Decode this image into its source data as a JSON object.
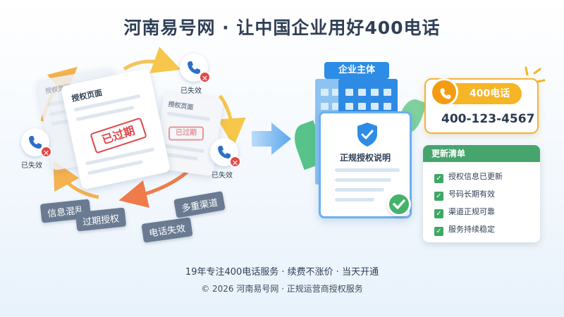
{
  "header": {
    "title": "河南易号网 · 让中国企业用好400电话"
  },
  "left": {
    "doc_main_title": "授权页面",
    "doc_main_stamp": "已过期",
    "doc_back_title": "授权页面",
    "doc_back_stamp": "已过期",
    "doc_back1_title": "授权页面",
    "lost_label": "已失效",
    "tags": [
      "信息混乱",
      "过期授权",
      "电话失效",
      "多重渠道"
    ]
  },
  "right": {
    "company_label": "企业主体",
    "auth_title": "正规授权说明",
    "phone_pill": "400电话",
    "phone_number": "400-123-4567",
    "update_title": "更新清单",
    "update_items": [
      "授权信息已更新",
      "号码长期有效",
      "渠道正规可靠",
      "服务持续稳定"
    ]
  },
  "footer": {
    "line1": "19年专注400电话服务 · 续费不涨价 · 当天开通",
    "line2": "© 2026 河南易号网 · 正规运营商授权服务"
  },
  "colors": {
    "brand_blue": "#2d8ce6",
    "accent_orange": "#f39c12",
    "alert_red": "#e34848",
    "ok_green": "#43b36a"
  },
  "icons": [
    "phone-icon",
    "close-icon",
    "shield-check-icon",
    "checkmark-icon",
    "arrow-right-icon"
  ]
}
